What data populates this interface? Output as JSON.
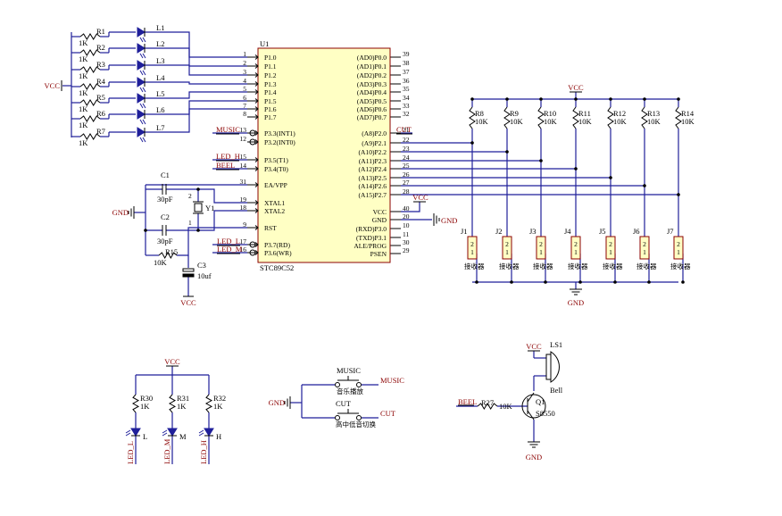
{
  "mcu": {
    "ref": "U1",
    "part": "STC89C52",
    "left_pins": [
      {
        "num": "1",
        "name": "P1.0"
      },
      {
        "num": "2",
        "name": "P1.1"
      },
      {
        "num": "3",
        "name": "P1.2"
      },
      {
        "num": "4",
        "name": "P1.3"
      },
      {
        "num": "5",
        "name": "P1.4"
      },
      {
        "num": "6",
        "name": "P1.5"
      },
      {
        "num": "7",
        "name": "P1.6"
      },
      {
        "num": "8",
        "name": "P1.7"
      },
      {
        "num": "13",
        "name": "P3.3(INT1)"
      },
      {
        "num": "12",
        "name": "P3.2(INT0)"
      },
      {
        "num": "15",
        "name": "P3.5(T1)"
      },
      {
        "num": "14",
        "name": "P3.4(T0)"
      },
      {
        "num": "31",
        "name": "EA/VPP"
      },
      {
        "num": "19",
        "name": "XTAL1"
      },
      {
        "num": "18",
        "name": "XTAL2"
      },
      {
        "num": "9",
        "name": "RST"
      },
      {
        "num": "17",
        "name": "P3.7(RD)"
      },
      {
        "num": "16",
        "name": "P3.6(WR)"
      }
    ],
    "right_pins": [
      {
        "num": "39",
        "name": "(AD0)P0.0"
      },
      {
        "num": "38",
        "name": "(AD1)P0.1"
      },
      {
        "num": "37",
        "name": "(AD2)P0.2"
      },
      {
        "num": "36",
        "name": "(AD3)P0.3"
      },
      {
        "num": "35",
        "name": "(AD4)P0.4"
      },
      {
        "num": "34",
        "name": "(AD5)P0.5"
      },
      {
        "num": "33",
        "name": "(AD6)P0.6"
      },
      {
        "num": "32",
        "name": "(AD7)P0.7"
      },
      {
        "num": "21",
        "name": "(A8)P2.0"
      },
      {
        "num": "22",
        "name": "(A9)P2.1"
      },
      {
        "num": "23",
        "name": "(A10)P2.2"
      },
      {
        "num": "24",
        "name": "(A11)P2.3"
      },
      {
        "num": "25",
        "name": "(A12)P2.4"
      },
      {
        "num": "26",
        "name": "(A13)P2.5"
      },
      {
        "num": "27",
        "name": "(A14)P2.6"
      },
      {
        "num": "28",
        "name": "(A15)P2.7"
      },
      {
        "num": "40",
        "name": "VCC"
      },
      {
        "num": "20",
        "name": "GND"
      },
      {
        "num": "10",
        "name": "(RXD)P3.0"
      },
      {
        "num": "11",
        "name": "(TXD)P3.1"
      },
      {
        "num": "30",
        "name": "ALE/PROG"
      },
      {
        "num": "29",
        "name": "PSEN"
      }
    ]
  },
  "led_bank": {
    "vcc": "VCC",
    "resistors": [
      {
        "ref": "R1",
        "val": "1K"
      },
      {
        "ref": "R2",
        "val": "1K"
      },
      {
        "ref": "R3",
        "val": "1K"
      },
      {
        "ref": "R4",
        "val": "1K"
      },
      {
        "ref": "R5",
        "val": "1K"
      },
      {
        "ref": "R6",
        "val": "1K"
      },
      {
        "ref": "R7",
        "val": "1K"
      }
    ],
    "leds": [
      "L1",
      "L2",
      "L3",
      "L4",
      "L5",
      "L6",
      "L7"
    ]
  },
  "nets": {
    "music": "MUSIC",
    "cut": "CUT",
    "led_h": "LED_H",
    "beel": "BEEL",
    "led_l": "LED_L",
    "led_m": "LED_M",
    "vcc": "VCC",
    "gnd": "GND"
  },
  "clock": {
    "c1_ref": "C1",
    "c1_val": "30pF",
    "c2_ref": "C2",
    "c2_val": "30pF",
    "y1": "Y1",
    "y1_pin1": "1",
    "y1_pin2": "2"
  },
  "reset": {
    "r15_ref": "R15",
    "r15_val": "10K",
    "c3_ref": "C3",
    "c3_val": "10uf"
  },
  "pullups": [
    {
      "ref": "R8",
      "val": "10K"
    },
    {
      "ref": "R9",
      "val": "10K"
    },
    {
      "ref": "R10",
      "val": "10K"
    },
    {
      "ref": "R11",
      "val": "10K"
    },
    {
      "ref": "R12",
      "val": "10K"
    },
    {
      "ref": "R13",
      "val": "10K"
    },
    {
      "ref": "R14",
      "val": "10K"
    }
  ],
  "receivers": {
    "refs": [
      "J1",
      "J2",
      "J3",
      "J4",
      "J5",
      "J6",
      "J7"
    ],
    "label": "接收器",
    "pin_top": "2",
    "pin_bot": "1"
  },
  "indicators": [
    {
      "r_ref": "R30",
      "r_val": "1K",
      "led_net": "LED_L",
      "led_ref": "L"
    },
    {
      "r_ref": "R31",
      "r_val": "1K",
      "led_net": "LED_M",
      "led_ref": "M"
    },
    {
      "r_ref": "R32",
      "r_val": "1K",
      "led_net": "LED_H",
      "led_ref": "H"
    }
  ],
  "switches": {
    "sw1_net": "MUSIC",
    "sw1_label": "音乐播放",
    "sw2_net": "CUT",
    "sw2_label": "高中低音切换"
  },
  "buzzer": {
    "ls_ref": "LS1",
    "ls_name": "Bell",
    "q_ref": "Q1",
    "q_part": "S8550",
    "r_ref": "R27",
    "r_val": "10K"
  }
}
